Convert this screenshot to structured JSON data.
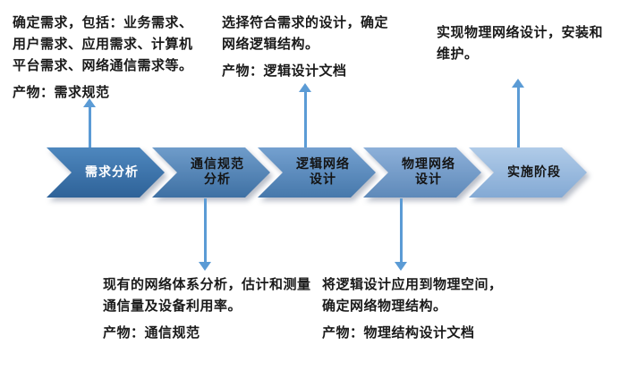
{
  "diagram": {
    "connector_color": "#5b9bd5",
    "stages": [
      {
        "label_line1": "需求分析",
        "label_line2": "",
        "color_top": "#4e87be",
        "color_bottom": "#2e6298",
        "text_color": "#ffffff"
      },
      {
        "label_line1": "通信规范",
        "label_line2": "分析",
        "color_top": "#6f9cca",
        "color_bottom": "#3e70a3",
        "text_color": "#141414"
      },
      {
        "label_line1": "逻辑网络",
        "label_line2": "设计",
        "color_top": "#74a0cf",
        "color_bottom": "#4678ab",
        "text_color": "#141414"
      },
      {
        "label_line1": "物理网络",
        "label_line2": "设计",
        "color_top": "#8db0d9",
        "color_bottom": "#5e89b9",
        "text_color": "#141414"
      },
      {
        "label_line1": "实施阶段",
        "label_line2": "",
        "color_top": "#b0cbe8",
        "color_bottom": "#83a9d4",
        "text_color": "#141414"
      }
    ]
  },
  "annotations": {
    "top_left": {
      "line1": "确定需求，包括：业务需求、",
      "line2": "用户需求、应用需求、计算机",
      "line3": "平台需求、网络通信需求等。",
      "product": "产物：需求规范"
    },
    "top_middle": {
      "line1": "选择符合需求的设计，确定",
      "line2": "网络逻辑结构。",
      "product": "产物：逻辑设计文档"
    },
    "top_right": {
      "line1": "实现物理网络设计，安装和",
      "line2": "维护。"
    },
    "bottom_left": {
      "line1": "现有的网络体系分析，估计和测量",
      "line2": "通信量及设备利用率。",
      "product": "产物：通信规范"
    },
    "bottom_right": {
      "line1": "将逻辑设计应用到物理空间，",
      "line2": "确定网络物理结构。",
      "product": "产物：物理结构设计文档"
    }
  }
}
